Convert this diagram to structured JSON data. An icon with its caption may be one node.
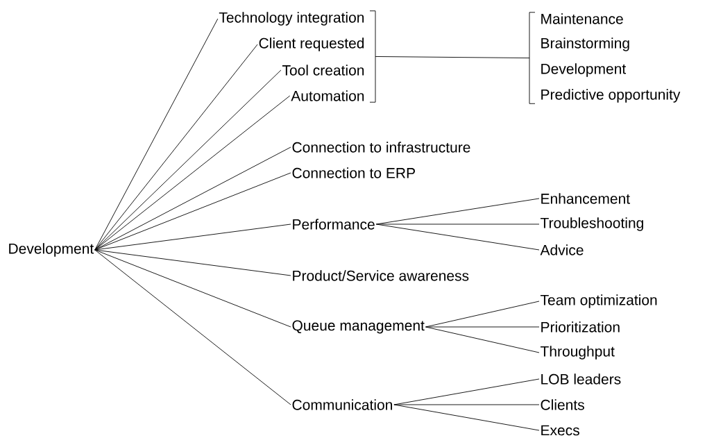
{
  "diagram": {
    "nodes": [
      {
        "text": [
          "Development"
        ]
      },
      {
        "text": [
          "Technology integration"
        ]
      },
      {
        "text": [
          "Client requested"
        ]
      },
      {
        "text": [
          "Tool creation"
        ]
      },
      {
        "text": [
          "Automation"
        ]
      },
      {
        "text": [
          "Connection to infrastructure"
        ]
      },
      {
        "text": [
          "Connection to ERP"
        ]
      },
      {
        "text": [
          "Performance"
        ]
      },
      {
        "text": [
          "Product/Service awareness"
        ]
      },
      {
        "text": [
          "Queue management"
        ]
      },
      {
        "text": [
          "Communication"
        ]
      },
      {
        "text": [
          "Maintenance"
        ]
      },
      {
        "text": [
          "Brainstorming"
        ]
      },
      {
        "text": [
          "Development"
        ]
      },
      {
        "text": [
          "Predictive opportunity"
        ]
      },
      {
        "text": [
          "Enhancement"
        ]
      },
      {
        "text": [
          "Troubleshooting"
        ]
      },
      {
        "text": [
          "Advice"
        ]
      },
      {
        "text": [
          "Team optimization"
        ]
      },
      {
        "text": [
          "Prioritization"
        ]
      },
      {
        "text": [
          "Throughput"
        ]
      },
      {
        "text": [
          "LOB leaders"
        ]
      },
      {
        "text": [
          "Clients"
        ]
      },
      {
        "text": [
          "Execs"
        ]
      }
    ],
    "edges": [
      {
        "from": 0,
        "to": 1,
        "arrow": "none"
      },
      {
        "from": 0,
        "to": 2,
        "arrow": "none"
      },
      {
        "from": 0,
        "to": 3,
        "arrow": "none"
      },
      {
        "from": 0,
        "to": 4,
        "arrow": "none"
      },
      {
        "from": 0,
        "to": 5,
        "arrow": "none"
      },
      {
        "from": 0,
        "to": 6,
        "arrow": "none"
      },
      {
        "from": 0,
        "to": 7,
        "arrow": "none"
      },
      {
        "from": 0,
        "to": 8,
        "arrow": "none"
      },
      {
        "from": 0,
        "to": 9,
        "arrow": "none"
      },
      {
        "from": 0,
        "to": 10,
        "arrow": "none"
      },
      {
        "from": 1,
        "to": 11,
        "arrow": "none"
      },
      {
        "from": 1,
        "to": 12,
        "arrow": "none"
      },
      {
        "from": 1,
        "to": 13,
        "arrow": "none"
      },
      {
        "from": 1,
        "to": 14,
        "arrow": "none"
      },
      {
        "from": 2,
        "to": 11,
        "arrow": "none"
      },
      {
        "from": 2,
        "to": 12,
        "arrow": "none"
      },
      {
        "from": 2,
        "to": 13,
        "arrow": "none"
      },
      {
        "from": 2,
        "to": 14,
        "arrow": "none"
      },
      {
        "from": 3,
        "to": 11,
        "arrow": "none"
      },
      {
        "from": 3,
        "to": 12,
        "arrow": "none"
      },
      {
        "from": 3,
        "to": 13,
        "arrow": "none"
      },
      {
        "from": 3,
        "to": 14,
        "arrow": "none"
      },
      {
        "from": 4,
        "to": 11,
        "arrow": "none"
      },
      {
        "from": 4,
        "to": 12,
        "arrow": "none"
      },
      {
        "from": 4,
        "to": 13,
        "arrow": "none"
      },
      {
        "from": 4,
        "to": 14,
        "arrow": "none"
      },
      {
        "from": 7,
        "to": 15,
        "arrow": "none"
      },
      {
        "from": 7,
        "to": 16,
        "arrow": "none"
      },
      {
        "from": 7,
        "to": 17,
        "arrow": "none"
      },
      {
        "from": 9,
        "to": 18,
        "arrow": "none"
      },
      {
        "from": 9,
        "to": 19,
        "arrow": "none"
      },
      {
        "from": 9,
        "to": 20,
        "arrow": "none"
      },
      {
        "from": 10,
        "to": 21,
        "arrow": "none"
      },
      {
        "from": 10,
        "to": 22,
        "arrow": "none"
      },
      {
        "from": 10,
        "to": 23,
        "arrow": "none"
      }
    ]
  }
}
